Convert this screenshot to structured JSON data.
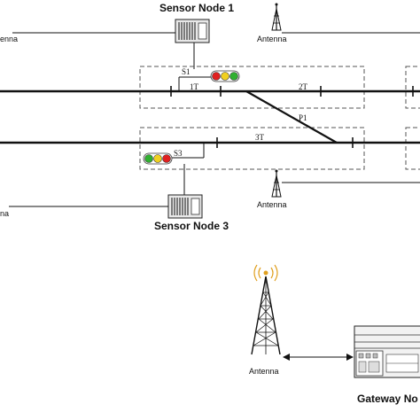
{
  "labels": {
    "sensor_node_1": "Sensor Node 1",
    "sensor_node_3": "Sensor Node 3",
    "gateway_node": "Gateway No",
    "antenna_top_left": "enna",
    "antenna_top_center": "Antenna",
    "antenna_mid_left": "na",
    "antenna_mid_center": "Antenna",
    "antenna_gateway": "Antenna",
    "signal_s1": "S1",
    "signal_s3": "S3",
    "track_1t": "1T",
    "track_2t": "2T",
    "track_3t": "3T",
    "switch_p1": "P1"
  },
  "colors": {
    "lamp_red": "#e02020",
    "lamp_yellow": "#f0d020",
    "lamp_green": "#30b030",
    "line": "#111111",
    "dashed_box": "#555555"
  },
  "icons": {
    "sensor_node": "sensor-node-device-icon",
    "antenna": "antenna-mast-icon",
    "gateway": "gateway-rack-icon"
  }
}
